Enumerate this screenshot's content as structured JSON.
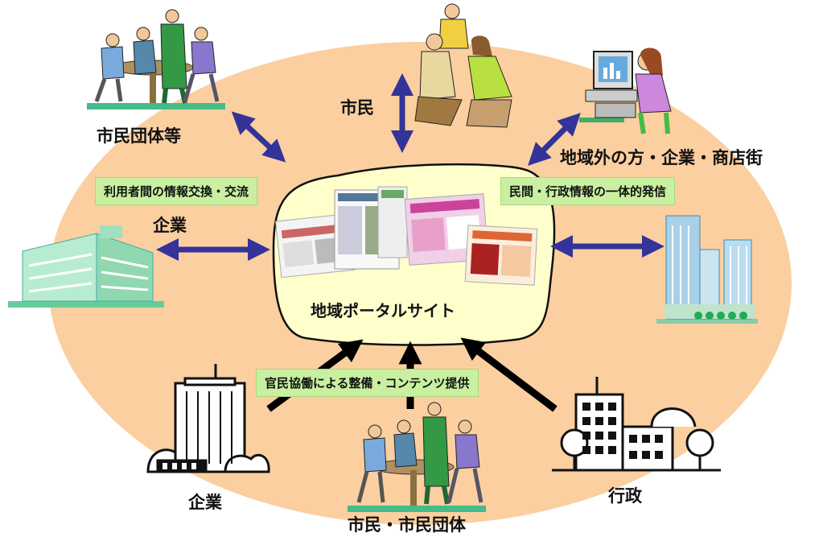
{
  "labels": {
    "shimin_dantai_tou": "市民団体等",
    "shimin": "市民",
    "chiikigai": "地域外の方・企業・商店街",
    "kigyou_left": "企業",
    "portal": "地域ポータルサイト",
    "kigyou_bottom": "企業",
    "shimin_shimin_dantai": "市民・市民団体",
    "gyousei": "行政"
  },
  "boxes": {
    "user_exchange": "利用者間の情報交換・交流",
    "private_admin_info": "民間・行政情報の一体的発信",
    "collab": "官民協働による整備・コンテンツ提供"
  },
  "colors": {
    "ellipse": "#fbcfa0",
    "center_blob": "#ffffcc",
    "double_arrow": "#333399",
    "bottom_arrow": "#000000",
    "label_box": "#c8f0a0",
    "building_green": "#a8e4c0"
  },
  "icons": [
    "people-meeting-icon",
    "people-group-icon",
    "computer-user-icon",
    "office-building-icon",
    "skyscraper-icon",
    "city-building-icon",
    "government-building-icon",
    "website-screenshots-icon"
  ]
}
